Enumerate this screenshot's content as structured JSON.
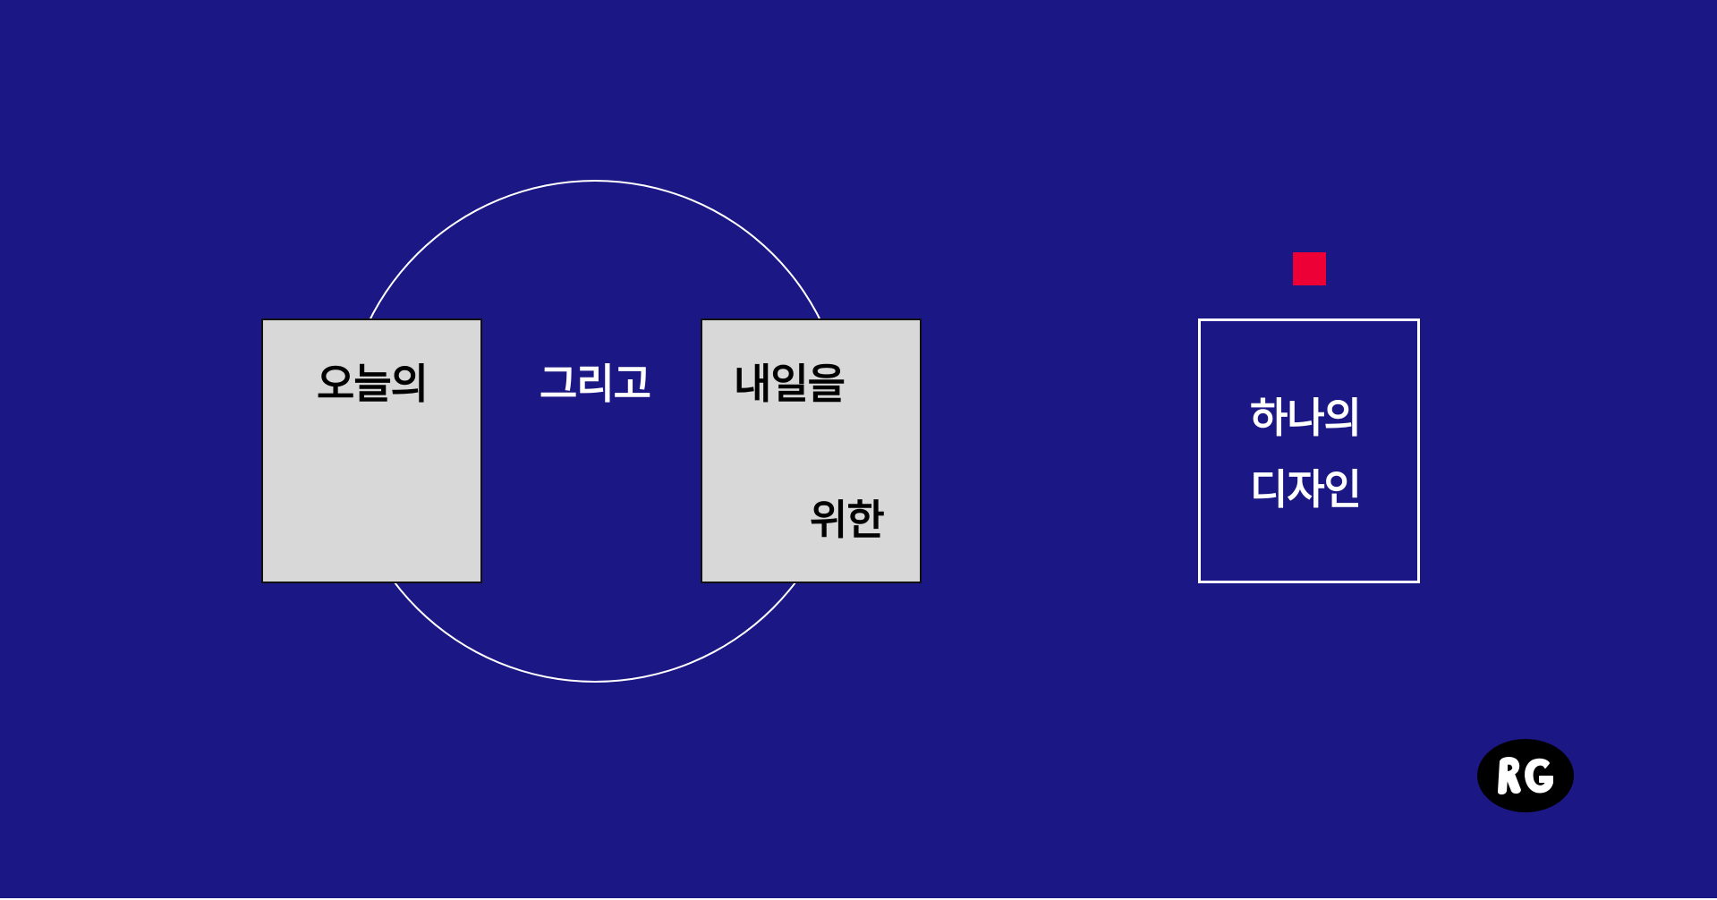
{
  "colors": {
    "background": "#1b1784",
    "card_fill": "#d8d8d8",
    "text_dark": "#000000",
    "text_light": "#ffffff",
    "accent_red": "#ec0035"
  },
  "words": {
    "today": "오늘의",
    "and": "그리고",
    "tomorrow": "내일을",
    "for": "위한",
    "one": "하나의",
    "design": "디자인"
  },
  "logo": {
    "icon": "rg-monogram-logo"
  }
}
